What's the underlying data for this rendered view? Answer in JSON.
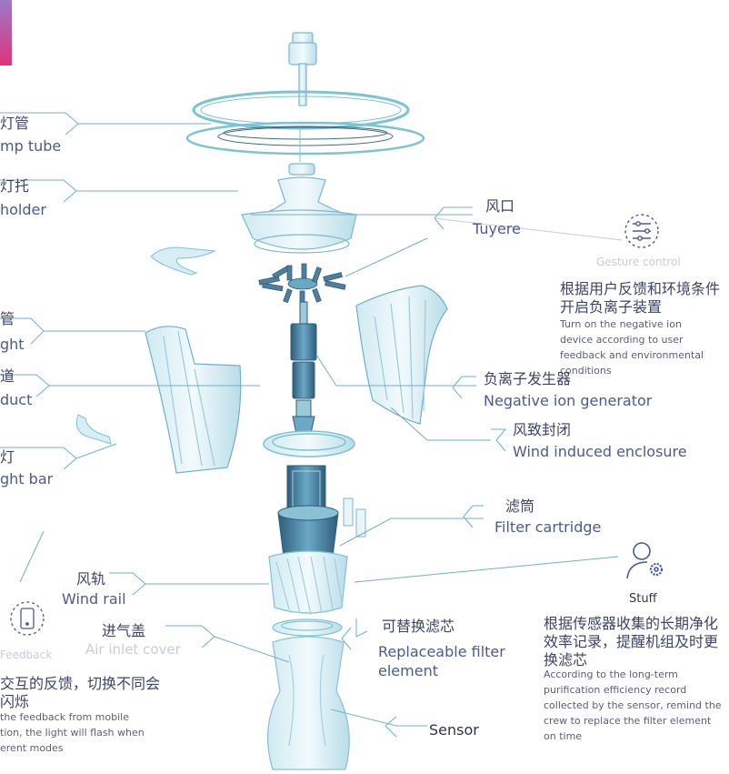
{
  "colors": {
    "accent_pink": "#e0337a",
    "line_blue": "#6fb0c8",
    "part_teal": "#7cc4d4",
    "part_dark": "#3e6c8c",
    "text_navy": "#4a5a96"
  },
  "labels": {
    "lamp_tube_cn": "灯管",
    "lamp_tube_en": "mp tube",
    "holder_cn": "灯托",
    "holder_en": "holder",
    "light_cn": "管",
    "light_en": "ght",
    "duct_cn": "道",
    "duct_en": "duct",
    "lightbar_cn": "灯",
    "lightbar_en": "ght bar",
    "tuyere_cn": "风口",
    "tuyere_en": "Tuyere",
    "neg_ion_cn": "负离子发生器",
    "neg_ion_en": "Negative ion generator",
    "wind_enc_cn": "风致封闭",
    "wind_enc_en": "Wind induced enclosure",
    "filter_cn": "滤筒",
    "filter_en": "Filter cartridge",
    "wind_rail_cn": "风轨",
    "wind_rail_en": "Wind rail",
    "air_inlet_cn": "进气盖",
    "air_inlet_en": "Air inlet cover",
    "repl_cn": "可替换滤芯",
    "repl_en_1": "Replaceable filter",
    "repl_en_2": "element",
    "sensor_en": "Sensor"
  },
  "notes": {
    "control_title": "Gesture control",
    "control_cn": "根据用户反馈和环境条件开启负离子装置",
    "control_en": "Turn on the negative ion device according to user feedback and environmental conditions",
    "stuff_title": "Stuff",
    "stuff_cn": "根据传感器收集的长期净化效率记录，提醒机组及时更换滤芯",
    "stuff_en": "According to the long-term purification efficiency record collected by the sensor, remind the crew to replace the filter element on time",
    "feedback_title": "Feedback",
    "feedback_cn": "交互的反馈，切换不同会闪烁",
    "feedback_en": "the feedback from mobile tion, the light will flash when erent modes"
  },
  "icons": [
    "sliders-icon",
    "user-gear-icon",
    "phone-icon"
  ]
}
